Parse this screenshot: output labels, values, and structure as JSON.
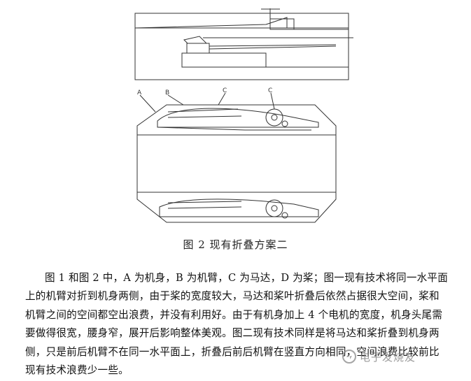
{
  "figure": {
    "labels": {
      "a": "A",
      "b": "B",
      "c1": "C",
      "c2": "C"
    },
    "caption": "图 2  现有折叠方案二"
  },
  "paragraph": {
    "lines": [
      "图 1 和图 2 中，A 为机身，B 为机臂，C 为马达，D 为桨；图一现有技术将同一水平面",
      "上的机臂对折到机身两侧，由于桨的宽度较大，马达和桨叶折叠后依然占据很大空间，桨和",
      "机臂之间的空间都空出浪费，并没有利用好。由于有机身加上 4 个电机的宽度，机身头尾需",
      "要做得很宽，腰身窄，展开后影响整体美观。图二现有技术同样是将马达和桨折叠到机身两",
      "侧，只是前后机臂不在同一水平面上，折叠后前后机臂在竖直方向相同，空间浪费比较前比",
      "现有技术浪费少一些。"
    ]
  },
  "watermark": {
    "text": "电子发烧友"
  }
}
